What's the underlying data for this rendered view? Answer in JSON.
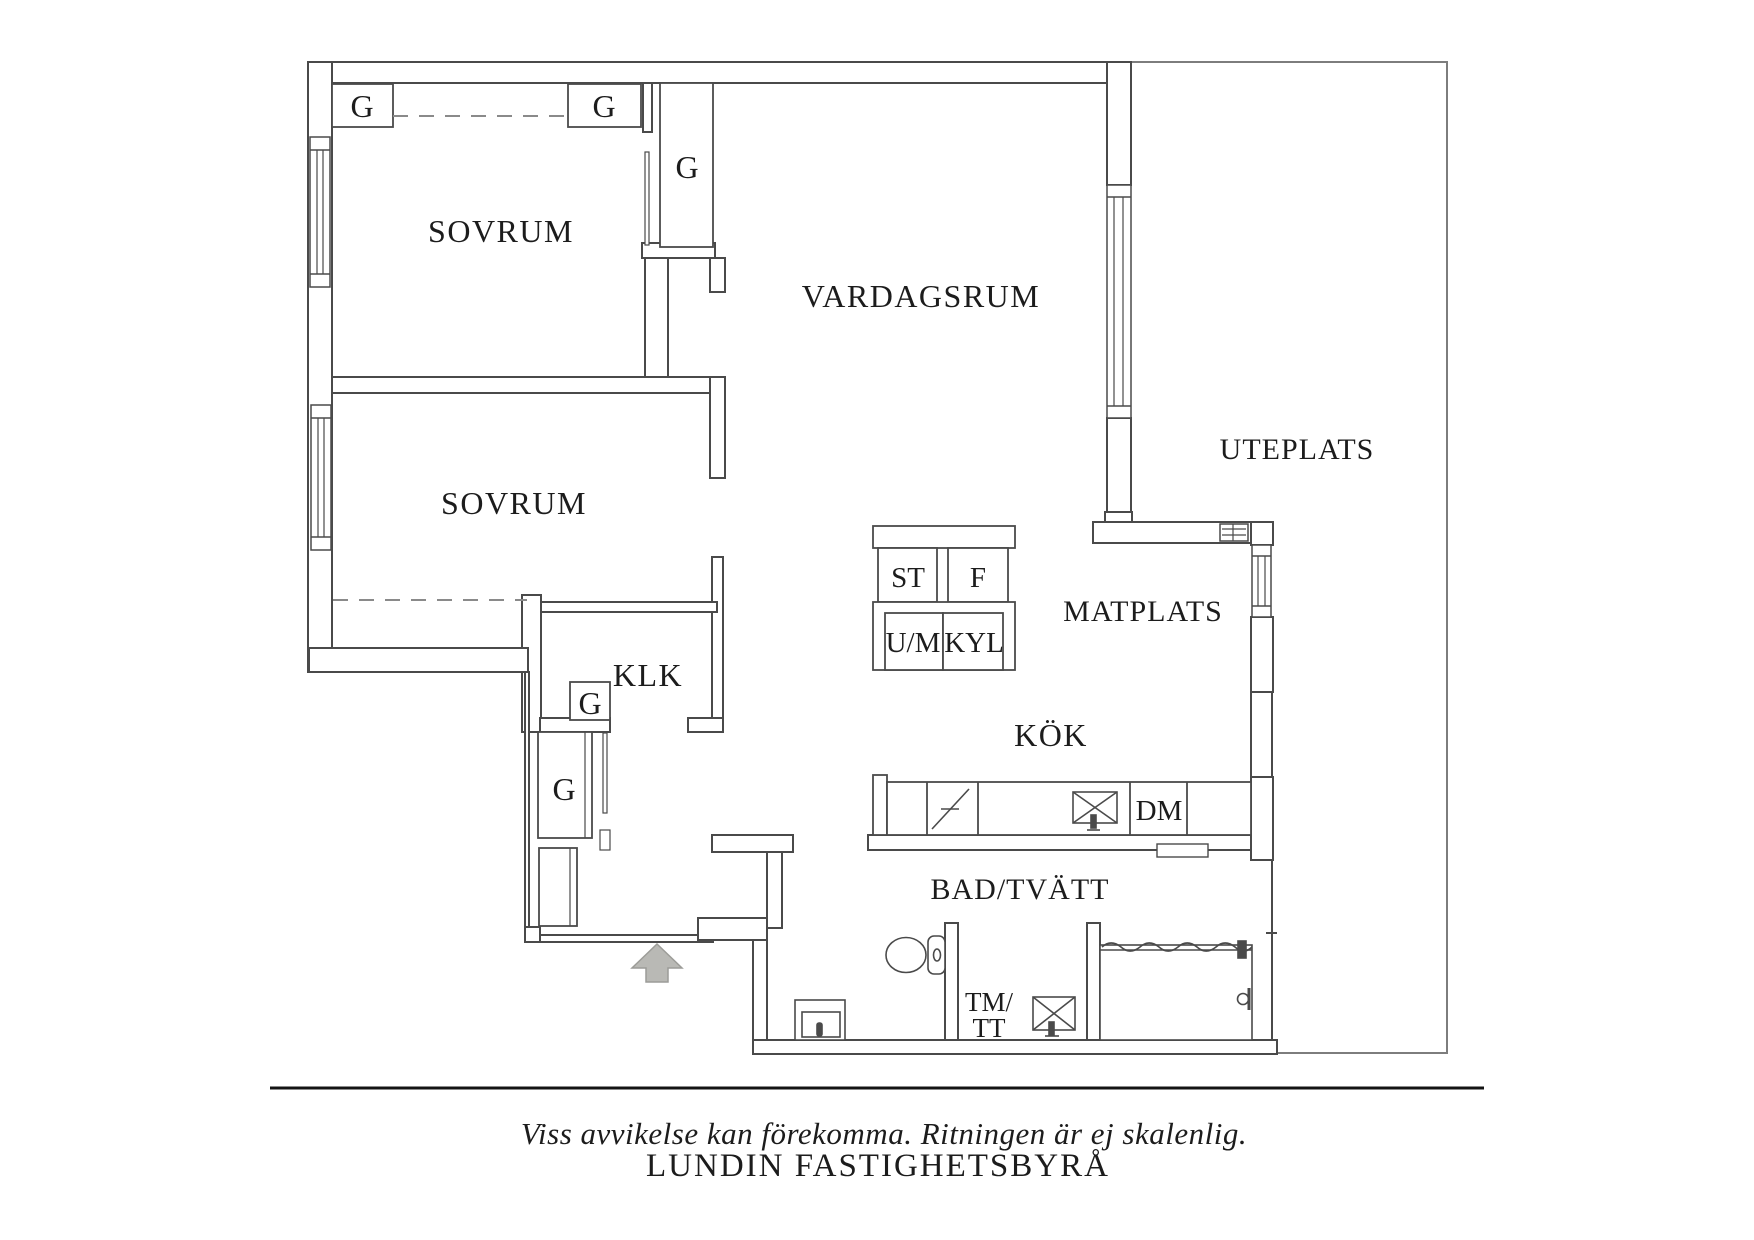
{
  "plan": {
    "rooms": {
      "sovrum1": "SOVRUM",
      "sovrum2": "SOVRUM",
      "vardagsrum": "VARDAGSRUM",
      "uteplats": "UTEPLATS",
      "matplats": "MATPLATS",
      "kok": "KÖK",
      "klk": "KLK",
      "bad": "BAD/TVÄTT"
    },
    "appliances": {
      "st": "ST",
      "f": "F",
      "um": "U/M",
      "kyl": "KYL",
      "dm": "DM",
      "tm_line1": "TM/",
      "tm_line2": "TT"
    },
    "closets": {
      "g1": "G",
      "g2": "G",
      "g3": "G",
      "g4": "G",
      "g5": "G"
    },
    "colors": {
      "wall": "#4a4a4a",
      "outdoor_line": "#7d7d7d",
      "dash": "#8a8a8a",
      "text": "#1c1c1c",
      "arrow_fill": "#b9b9b5",
      "arrow_edge": "#9c9c98",
      "separator": "#141414"
    }
  },
  "footer": {
    "disclaimer": "Viss avvikelse kan förekomma. Ritningen är ej skalenlig.",
    "brand": "LUNDIN FASTIGHETSBYRÅ"
  }
}
